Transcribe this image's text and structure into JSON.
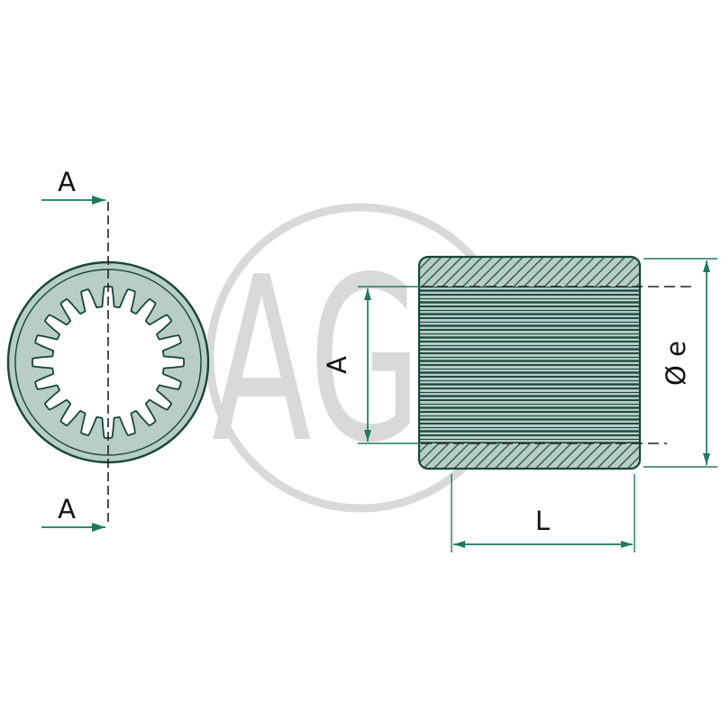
{
  "watermark": {
    "text": "AGP"
  },
  "left_view": {
    "section_label_top": "A",
    "section_label_bottom": "A"
  },
  "right_view": {
    "dim_bore": "A",
    "dim_outer": "Ø e",
    "dim_length": "L"
  },
  "colors": {
    "ink": "#17463b",
    "dim": "#1e7a5e",
    "fill": "#b7cdc6",
    "text": "#111111",
    "watermark": "#d9d9d9",
    "dash": "#222222"
  }
}
